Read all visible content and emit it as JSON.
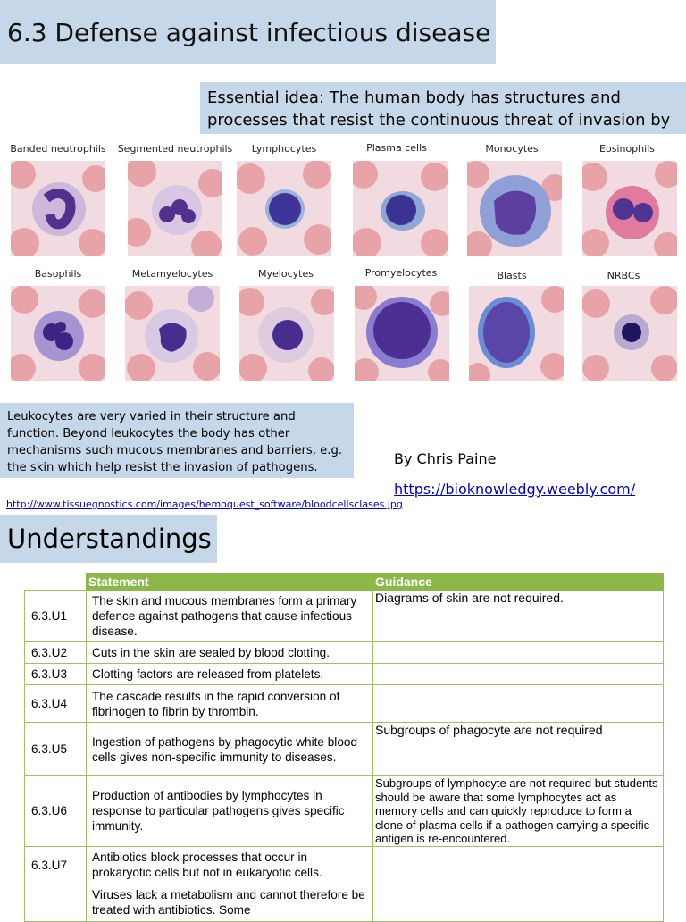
{
  "header": {
    "title": "6.3 Defense against infectious disease"
  },
  "essential_idea": "Essential idea: The human body has structures and processes that resist the continuous threat of invasion by",
  "cells": [
    {
      "label": "Banded neutrophils"
    },
    {
      "label": "Segmented neutrophils"
    },
    {
      "label": "Lymphocytes"
    },
    {
      "label": "Plasma cells"
    },
    {
      "label": "Monocytes"
    },
    {
      "label": "Eosinophils"
    },
    {
      "label": "Basophils"
    },
    {
      "label": "Metamyelocytes"
    },
    {
      "label": "Myelocytes"
    },
    {
      "label": "Promyelocytes"
    },
    {
      "label": "Blasts"
    },
    {
      "label": "NRBCs"
    }
  ],
  "leukocytes_note": "Leukocytes are very varied in their structure and function. Beyond leukocytes the body has other mechanisms such mucous membranes and barriers, e.g. the skin which help resist the invasion of pathogens.",
  "author": "By Chris Paine",
  "site_link": "https://bioknowledgy.weebly.com/",
  "source_link": "http://www.tissuegnostics.com/images/hemoquest_software/bloodcellsclases.jpg",
  "understandings": {
    "heading": "Understandings",
    "columns": {
      "statement": "Statement",
      "guidance": "Guidance"
    },
    "rows": [
      {
        "code": "6.3.U1",
        "statement": "The skin and mucous membranes form a primary defence against pathogens that cause infectious disease.",
        "guidance": "Diagrams of skin are not required."
      },
      {
        "code": "6.3.U2",
        "statement": "Cuts in the skin are sealed by blood clotting.",
        "guidance": ""
      },
      {
        "code": "6.3.U3",
        "statement": "Clotting factors are released from platelets.",
        "guidance": ""
      },
      {
        "code": "6.3.U4",
        "statement": "The cascade results in the rapid conversion of fibrinogen to fibrin by thrombin.",
        "guidance": ""
      },
      {
        "code": "6.3.U5",
        "statement": "Ingestion of pathogens by phagocytic white blood cells gives non-specific immunity to diseases.",
        "guidance": "Subgroups of phagocyte are not required"
      },
      {
        "code": "6.3.U6",
        "statement": "Production of antibodies by lymphocytes in response to particular pathogens gives specific immunity.",
        "guidance": "Subgroups of lymphocyte are not required but students should be aware that some lymphocytes act as memory cells and can quickly reproduce to form a clone of plasma cells if a pathogen carrying a specific antigen is re-encountered."
      },
      {
        "code": "6.3.U7",
        "statement": "Antibiotics block processes that occur in prokaryotic cells but not in eukaryotic cells.",
        "guidance": ""
      },
      {
        "code": "",
        "statement": "Viruses lack a metabolism and cannot therefore be treated with antibiotics. Some",
        "guidance": ""
      }
    ]
  },
  "colors": {
    "box_blue": "#c6d7ea",
    "table_green": "#8cb84a",
    "link_blue": "#0000cc",
    "rbc_pink": "#e8a3a8",
    "nucleus_purple": "#5a3c9a"
  }
}
